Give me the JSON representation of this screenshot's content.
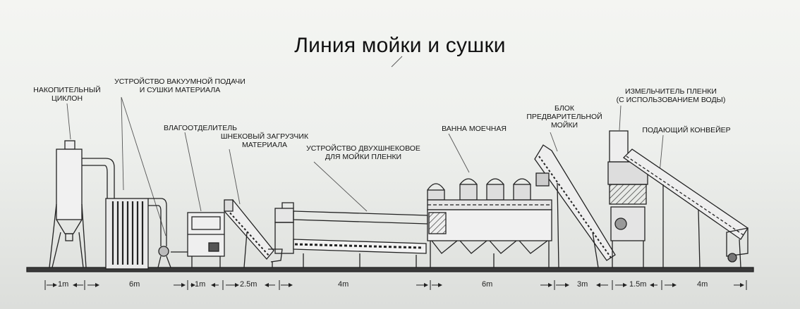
{
  "title": "Линия мойки и сушки",
  "labels": {
    "cyclone": [
      "НАКОПИТЕЛЬНЫЙ",
      "ЦИКЛОН"
    ],
    "vacuum_dryer": [
      "УСТРОЙСТВО ВАКУУМНОЙ ПОДАЧИ",
      "И СУШКИ МАТЕРИАЛА"
    ],
    "dewater": [
      "ВЛАГООТДЕЛИТЕЛЬ"
    ],
    "screw_loader": [
      "ШНЕКОВЫЙ ЗАГРУЗЧИК",
      "МАТЕРИАЛА"
    ],
    "twin_screw": [
      "УСТРОЙСТВО ДВУХШНЕКОВОЕ",
      "ДЛЯ МОЙКИ ПЛЕНКИ"
    ],
    "wash_tank": [
      "ВАННА МОЕЧНАЯ"
    ],
    "prewash": [
      "БЛОК",
      "ПРЕДВАРИТЕЛЬНОЙ",
      "МОЙКИ"
    ],
    "crusher": [
      "ИЗМЕЛЬЧИТЕЛЬ ПЛЕНКИ",
      "(С ИСПОЛЬЗОВАНИЕМ ВОДЫ)"
    ],
    "conveyor": [
      "ПОДАЮЩИЙ КОНВЕЙЕР"
    ]
  },
  "dimensions": [
    "1m",
    "6m",
    "1m",
    "2.5m",
    "4m",
    "6m",
    "3m",
    "1.5m",
    "4m"
  ]
}
